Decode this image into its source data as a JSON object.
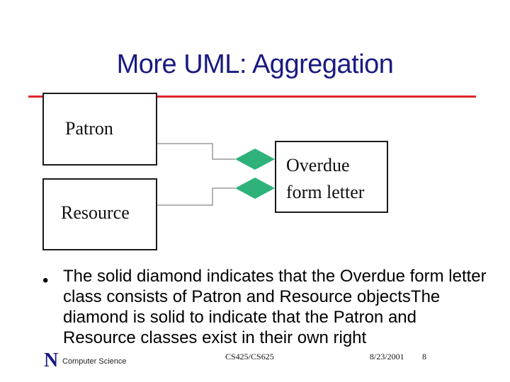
{
  "slide": {
    "title": "More UML: Aggregation",
    "accent_color": "#e0242a",
    "title_color": "#1a1a80"
  },
  "diagram": {
    "classes": [
      {
        "id": "patron",
        "label": "Patron"
      },
      {
        "id": "resource",
        "label": "Resource"
      },
      {
        "id": "overdue",
        "label": "Overdue form letter"
      }
    ],
    "relations": [
      {
        "type": "composition",
        "from": "patron",
        "to": "overdue",
        "marker": "solid-diamond"
      },
      {
        "type": "composition",
        "from": "resource",
        "to": "overdue",
        "marker": "solid-diamond"
      }
    ],
    "diamond_color": "#2eb27a"
  },
  "bullets": [
    "The solid diamond indicates that the Overdue form letter class consists of Patron and Resource objectsThe diamond is solid to indicate that the Patron and Resource classes exist in their own right"
  ],
  "footer": {
    "logo_letter": "N",
    "department": "Computer Science",
    "course": "CS425/CS625",
    "date": "8/23/2001",
    "page": "8"
  }
}
